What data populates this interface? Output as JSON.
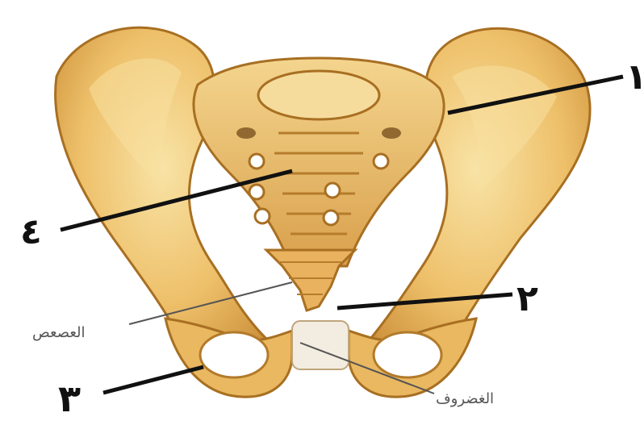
{
  "colors": {
    "bone_light": "#f3d58a",
    "bone_mid": "#e4b35a",
    "bone_dark": "#c78a33",
    "bone_edge": "#a86f22",
    "line": "#111111",
    "thin_line": "#555555"
  },
  "callouts": [
    {
      "id": "1",
      "label": "١"
    },
    {
      "id": "2",
      "label": "٢"
    },
    {
      "id": "3",
      "label": "٣"
    },
    {
      "id": "4",
      "label": "٤"
    }
  ],
  "labels": {
    "coccyx": "العصعص",
    "cartilage": "الغضروف"
  }
}
